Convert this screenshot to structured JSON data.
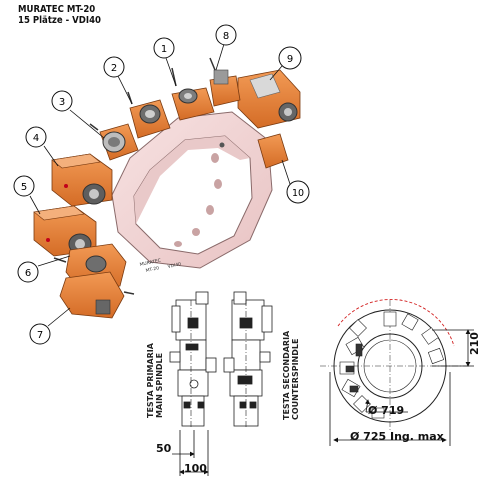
{
  "title": {
    "line1": "MURATEC MT-20",
    "line2": "15 Plätze - VDI40"
  },
  "stations": [
    {
      "number": "1"
    },
    {
      "number": "2"
    },
    {
      "number": "3"
    },
    {
      "number": "4"
    },
    {
      "number": "5"
    },
    {
      "number": "6"
    },
    {
      "number": "7"
    },
    {
      "number": "8"
    },
    {
      "number": "9"
    },
    {
      "number": "10"
    }
  ],
  "turret_plate_text": {
    "line1": "MURATEC",
    "line2": "MT-20",
    "line3": "VDI40"
  },
  "side_views": {
    "main_label_line1": "TESTA PRIMARIA",
    "main_label_line2": "MAIN SPINDLE",
    "counter_label_line1": "TESTA SECONDARIA",
    "counter_label_line2": "COUNTERSPINDLE"
  },
  "dimensions": {
    "d50": "50",
    "d100": "100",
    "d210": "210",
    "d719": "Ø 719",
    "d725": "Ø 725 Ing. max"
  },
  "colors": {
    "holder_orange": "#e9843c",
    "holder_dark": "#b5551a",
    "ring_pink": "#f3d6d6",
    "ring_edge": "#b48a8a",
    "steel": "#8c8c8c",
    "arc_red": "#d21e1e"
  }
}
